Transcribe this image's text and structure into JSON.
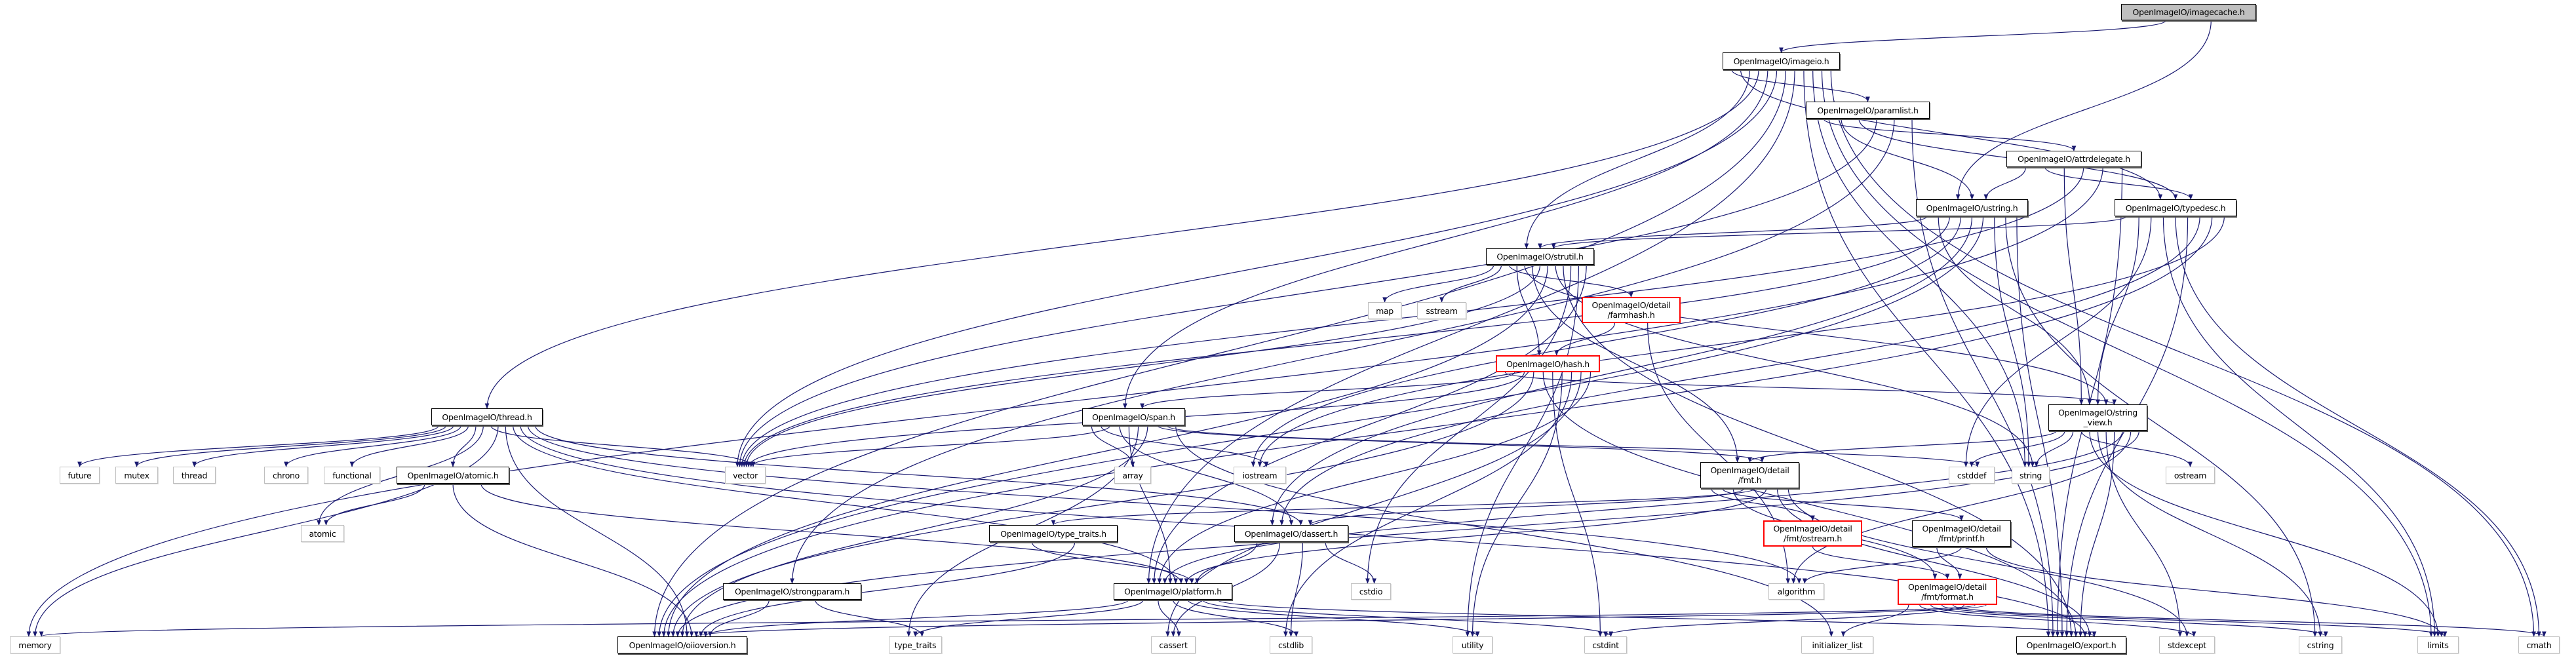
{
  "colors": {
    "edge": "#191970",
    "root_fill": "#bfbfbf",
    "incomplete_border": "#ff0000",
    "system_border": "#bfbfbf"
  },
  "nodes": {
    "imagecache": {
      "label": "OpenImageIO/imagecache.h",
      "kind": "root"
    },
    "imageio": {
      "label": "OpenImageIO/imageio.h",
      "kind": "proj"
    },
    "paramlist": {
      "label": "OpenImageIO/paramlist.h",
      "kind": "proj"
    },
    "attrdelegate": {
      "label": "OpenImageIO/attrdelegate.h",
      "kind": "proj"
    },
    "ustring": {
      "label": "OpenImageIO/ustring.h",
      "kind": "proj"
    },
    "typedesc": {
      "label": "OpenImageIO/typedesc.h",
      "kind": "proj"
    },
    "strutil": {
      "label": "OpenImageIO/strutil.h",
      "kind": "proj"
    },
    "map": {
      "label": "map",
      "kind": "sys"
    },
    "sstream": {
      "label": "sstream",
      "kind": "sys"
    },
    "farmhash": {
      "label": "OpenImageIO/detail\n/farmhash.h",
      "kind": "red"
    },
    "hash": {
      "label": "OpenImageIO/hash.h",
      "kind": "red"
    },
    "string_view": {
      "label": "OpenImageIO/string\n_view.h",
      "kind": "proj"
    },
    "span": {
      "label": "OpenImageIO/span.h",
      "kind": "proj"
    },
    "thread_h": {
      "label": "OpenImageIO/thread.h",
      "kind": "proj"
    },
    "future": {
      "label": "future",
      "kind": "sys"
    },
    "mutex": {
      "label": "mutex",
      "kind": "sys"
    },
    "thread": {
      "label": "thread",
      "kind": "sys"
    },
    "chrono": {
      "label": "chrono",
      "kind": "sys"
    },
    "functional": {
      "label": "functional",
      "kind": "sys"
    },
    "atomic_h": {
      "label": "OpenImageIO/atomic.h",
      "kind": "proj"
    },
    "vector": {
      "label": "vector",
      "kind": "sys"
    },
    "array": {
      "label": "array",
      "kind": "sys"
    },
    "iostream": {
      "label": "iostream",
      "kind": "sys"
    },
    "fmt": {
      "label": "OpenImageIO/detail\n/fmt.h",
      "kind": "proj"
    },
    "cstddef": {
      "label": "cstddef",
      "kind": "sys"
    },
    "string": {
      "label": "string",
      "kind": "sys"
    },
    "ostream": {
      "label": "ostream",
      "kind": "sys"
    },
    "atomic": {
      "label": "atomic",
      "kind": "sys"
    },
    "type_traits_h": {
      "label": "OpenImageIO/type_traits.h",
      "kind": "proj"
    },
    "dassert": {
      "label": "OpenImageIO/dassert.h",
      "kind": "proj"
    },
    "fmt_ostream": {
      "label": "OpenImageIO/detail\n/fmt/ostream.h",
      "kind": "red"
    },
    "fmt_printf": {
      "label": "OpenImageIO/detail\n/fmt/printf.h",
      "kind": "proj"
    },
    "strongparam": {
      "label": "OpenImageIO/strongparam.h",
      "kind": "proj"
    },
    "platform": {
      "label": "OpenImageIO/platform.h",
      "kind": "proj"
    },
    "cstdio": {
      "label": "cstdio",
      "kind": "sys"
    },
    "algorithm": {
      "label": "algorithm",
      "kind": "sys"
    },
    "fmt_format": {
      "label": "OpenImageIO/detail\n/fmt/format.h",
      "kind": "red"
    },
    "memory": {
      "label": "memory",
      "kind": "sys"
    },
    "oiioversion": {
      "label": "OpenImageIO/oiioversion.h",
      "kind": "proj"
    },
    "type_traits": {
      "label": "type_traits",
      "kind": "sys"
    },
    "cassert": {
      "label": "cassert",
      "kind": "sys"
    },
    "cstdlib": {
      "label": "cstdlib",
      "kind": "sys"
    },
    "utility": {
      "label": "utility",
      "kind": "sys"
    },
    "cstdint": {
      "label": "cstdint",
      "kind": "sys"
    },
    "initializer_list": {
      "label": "initializer_list",
      "kind": "sys"
    },
    "export": {
      "label": "OpenImageIO/export.h",
      "kind": "proj"
    },
    "stdexcept": {
      "label": "stdexcept",
      "kind": "sys"
    },
    "cstring": {
      "label": "cstring",
      "kind": "sys"
    },
    "limits": {
      "label": "limits",
      "kind": "sys"
    },
    "cmath": {
      "label": "cmath",
      "kind": "sys"
    }
  },
  "edges": [
    [
      "imagecache",
      "imageio"
    ],
    [
      "imagecache",
      "ustring"
    ],
    [
      "imageio",
      "paramlist"
    ],
    [
      "imageio",
      "typedesc"
    ],
    [
      "imageio",
      "strutil"
    ],
    [
      "imageio",
      "thread_h"
    ],
    [
      "imageio",
      "span"
    ],
    [
      "imageio",
      "vector"
    ],
    [
      "imageio",
      "oiioversion"
    ],
    [
      "imageio",
      "platform"
    ],
    [
      "imageio",
      "export"
    ],
    [
      "imageio",
      "string"
    ],
    [
      "imageio",
      "limits"
    ],
    [
      "imageio",
      "cmath"
    ],
    [
      "paramlist",
      "attrdelegate"
    ],
    [
      "paramlist",
      "ustring"
    ],
    [
      "paramlist",
      "typedesc"
    ],
    [
      "paramlist",
      "vector"
    ],
    [
      "paramlist",
      "strongparam"
    ],
    [
      "paramlist",
      "export"
    ],
    [
      "attrdelegate",
      "ustring"
    ],
    [
      "attrdelegate",
      "typedesc"
    ],
    [
      "attrdelegate",
      "string_view"
    ],
    [
      "attrdelegate",
      "vector"
    ],
    [
      "attrdelegate",
      "memory"
    ],
    [
      "attrdelegate",
      "export"
    ],
    [
      "ustring",
      "strutil"
    ],
    [
      "ustring",
      "string_view"
    ],
    [
      "ustring",
      "vector"
    ],
    [
      "ustring",
      "iostream"
    ],
    [
      "ustring",
      "dassert"
    ],
    [
      "ustring",
      "oiioversion"
    ],
    [
      "ustring",
      "string"
    ],
    [
      "ustring",
      "cstring"
    ],
    [
      "ustring",
      "export"
    ],
    [
      "typedesc",
      "strutil"
    ],
    [
      "typedesc",
      "string_view"
    ],
    [
      "typedesc",
      "cstddef"
    ],
    [
      "typedesc",
      "limits"
    ],
    [
      "typedesc",
      "cmath"
    ],
    [
      "typedesc",
      "export"
    ],
    [
      "typedesc",
      "dassert"
    ],
    [
      "typedesc",
      "oiioversion"
    ],
    [
      "typedesc",
      "iostream"
    ],
    [
      "strutil",
      "map"
    ],
    [
      "strutil",
      "sstream"
    ],
    [
      "strutil",
      "farmhash"
    ],
    [
      "strutil",
      "hash"
    ],
    [
      "strutil",
      "string_view"
    ],
    [
      "strutil",
      "fmt"
    ],
    [
      "strutil",
      "vector"
    ],
    [
      "strutil",
      "oiioversion"
    ],
    [
      "strutil",
      "string"
    ],
    [
      "strutil",
      "export"
    ],
    [
      "strutil",
      "cstdio"
    ],
    [
      "strutil",
      "utility"
    ],
    [
      "strutil",
      "platform"
    ],
    [
      "farmhash",
      "hash"
    ],
    [
      "farmhash",
      "algorithm"
    ],
    [
      "hash",
      "string_view"
    ],
    [
      "hash",
      "span"
    ],
    [
      "hash",
      "vector"
    ],
    [
      "hash",
      "oiioversion"
    ],
    [
      "hash",
      "export"
    ],
    [
      "hash",
      "cstdint"
    ],
    [
      "hash",
      "utility"
    ],
    [
      "hash",
      "cstdlib"
    ],
    [
      "hash",
      "cassert"
    ],
    [
      "hash",
      "platform"
    ],
    [
      "string_view",
      "fmt"
    ],
    [
      "string_view",
      "cstddef"
    ],
    [
      "string_view",
      "string"
    ],
    [
      "string_view",
      "ostream"
    ],
    [
      "string_view",
      "limits"
    ],
    [
      "string_view",
      "cstring"
    ],
    [
      "string_view",
      "stdexcept"
    ],
    [
      "string_view",
      "export"
    ],
    [
      "string_view",
      "platform"
    ],
    [
      "string_view",
      "algorithm"
    ],
    [
      "string_view",
      "oiioversion"
    ],
    [
      "span",
      "array"
    ],
    [
      "span",
      "iostream"
    ],
    [
      "span",
      "vector"
    ],
    [
      "span",
      "dassert"
    ],
    [
      "span",
      "platform"
    ],
    [
      "span",
      "type_traits"
    ],
    [
      "span",
      "oiioversion"
    ],
    [
      "span",
      "fmt"
    ],
    [
      "span",
      "cstddef"
    ],
    [
      "span",
      "initializer_list"
    ],
    [
      "thread_h",
      "future"
    ],
    [
      "thread_h",
      "mutex"
    ],
    [
      "thread_h",
      "thread"
    ],
    [
      "thread_h",
      "chrono"
    ],
    [
      "thread_h",
      "functional"
    ],
    [
      "thread_h",
      "atomic_h"
    ],
    [
      "thread_h",
      "atomic"
    ],
    [
      "thread_h",
      "vector"
    ],
    [
      "thread_h",
      "memory"
    ],
    [
      "thread_h",
      "oiioversion"
    ],
    [
      "thread_h",
      "platform"
    ],
    [
      "thread_h",
      "export"
    ],
    [
      "thread_h",
      "algorithm"
    ],
    [
      "thread_h",
      "dassert"
    ],
    [
      "atomic_h",
      "atomic"
    ],
    [
      "atomic_h",
      "oiioversion"
    ],
    [
      "atomic_h",
      "platform"
    ],
    [
      "fmt",
      "fmt_ostream"
    ],
    [
      "fmt",
      "fmt_printf"
    ],
    [
      "fmt",
      "fmt_format"
    ],
    [
      "fmt",
      "dassert"
    ],
    [
      "fmt",
      "type_traits_h"
    ],
    [
      "fmt",
      "platform"
    ],
    [
      "fmt",
      "export"
    ],
    [
      "fmt",
      "stdexcept"
    ],
    [
      "fmt_ostream",
      "fmt_format"
    ],
    [
      "fmt_printf",
      "fmt_format"
    ],
    [
      "fmt_printf",
      "algorithm"
    ],
    [
      "fmt_printf",
      "limits"
    ],
    [
      "fmt_format",
      "initializer_list"
    ],
    [
      "fmt_format",
      "stdexcept"
    ],
    [
      "fmt_format",
      "cstring"
    ],
    [
      "fmt_format",
      "limits"
    ],
    [
      "fmt_format",
      "cmath"
    ],
    [
      "fmt_format",
      "cstdint"
    ],
    [
      "fmt_format",
      "memory"
    ],
    [
      "fmt_format",
      "oiioversion"
    ],
    [
      "type_traits_h",
      "platform"
    ],
    [
      "type_traits_h",
      "oiioversion"
    ],
    [
      "dassert",
      "platform"
    ],
    [
      "dassert",
      "cassert"
    ],
    [
      "dassert",
      "cstdlib"
    ],
    [
      "dassert",
      "cstdio"
    ],
    [
      "platform",
      "oiioversion"
    ],
    [
      "platform",
      "type_traits"
    ],
    [
      "platform",
      "cassert"
    ],
    [
      "platform",
      "cstdlib"
    ],
    [
      "platform",
      "utility"
    ],
    [
      "platform",
      "cstdint"
    ],
    [
      "platform",
      "export"
    ],
    [
      "strongparam",
      "oiioversion"
    ],
    [
      "strongparam",
      "type_traits"
    ]
  ]
}
